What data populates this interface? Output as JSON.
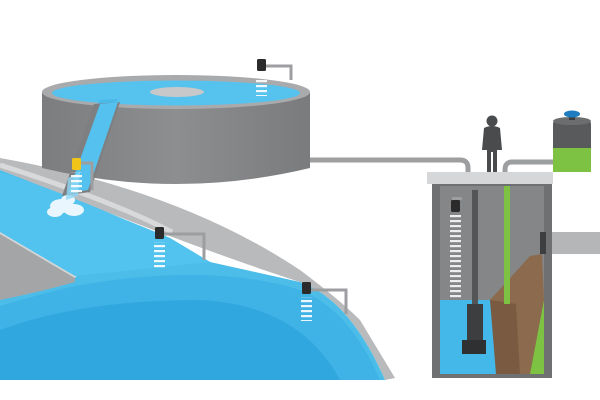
{
  "scene": {
    "labels": [],
    "components": {
      "clarifier_tank": "clarifier-tank",
      "overflow_channel": "overflow-channel",
      "river": "river-channel",
      "wet_well": "wet-well",
      "chemical_tank": "chemical-tank",
      "operator": "person-icon",
      "ultrasonic_sensors": 5
    }
  },
  "colors": {
    "water_light": "#5fc8f0",
    "water_mid": "#3fb6ea",
    "water_deep": "#2aa3dc",
    "concrete": "#8a8b8d",
    "concrete_dark": "#6e6f71",
    "concrete_light": "#b9babc",
    "pipe": "#9d9ea0",
    "sludge": "#8b6a4e",
    "chemical": "#7dc242",
    "valve": "#1f7cc0",
    "sensor": "#2b2b2b",
    "background": "#ffffff"
  }
}
